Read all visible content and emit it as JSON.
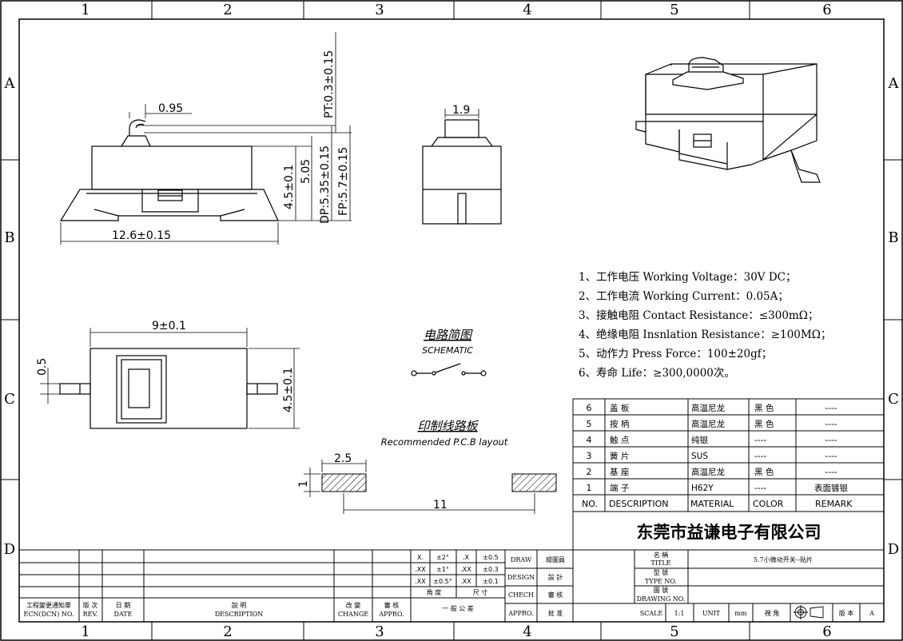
{
  "grid": {
    "columns": [
      "1",
      "2",
      "3",
      "4",
      "5",
      "6"
    ],
    "rows": [
      "A",
      "B",
      "C",
      "D"
    ]
  },
  "dimensions": {
    "pt": "PT:0.3±0.15",
    "lever_offset": "0.95",
    "height_body": "4.5±0.1",
    "height_505": "5.05",
    "dp": "DP:5.35±0.15",
    "fp": "FP:5.7±0.15",
    "length": "12.6±0.15",
    "side_width": "1.9",
    "top_width": "9±0.1",
    "lead_thick": "0.5",
    "top_height": "4.5±0.1",
    "pad_width": "2.5",
    "pad_height": "1",
    "pad_pitch": "11"
  },
  "schematic": {
    "title_cn": "电路简图",
    "title_en": "SCHEMATIC"
  },
  "pcb": {
    "title_cn": "印制线路板",
    "title_en": "Recommended P.C.B layout"
  },
  "specs": [
    "1、工作电压 Working Voltage：30V DC；",
    "2、工作电流 Working Current：0.05A；",
    "3、接触电阻 Contact Resistance：≤300mΩ；",
    "4、绝缘电阻 Insnlation Resistance：≥100MΩ；",
    "5、动作力 Press Force：100±20gf；",
    "6、寿命 Life：≥300,0000次。"
  ],
  "bom": {
    "rows": [
      {
        "no": "6",
        "desc": "盖 板",
        "material": "高温尼龙",
        "color": "黑 色",
        "remark": "----"
      },
      {
        "no": "5",
        "desc": "按 柄",
        "material": "高温尼龙",
        "color": "黑 色",
        "remark": "----"
      },
      {
        "no": "4",
        "desc": "触 点",
        "material": "纯银",
        "color": "----",
        "remark": "----"
      },
      {
        "no": "3",
        "desc": "簧 片",
        "material": "SUS",
        "color": "----",
        "remark": "----"
      },
      {
        "no": "2",
        "desc": "基 座",
        "material": "高温尼龙",
        "color": "黑 色",
        "remark": "----"
      },
      {
        "no": "1",
        "desc": "端 子",
        "material": "H62Y",
        "color": "----",
        "remark": "表面镀银"
      }
    ],
    "header": {
      "no": "NO.",
      "desc": "DESCRIPTION",
      "material": "MATERIAL",
      "color": "COLOR",
      "remark": "REMARK"
    }
  },
  "title_block": {
    "company": "东莞市益谦电子有限公司",
    "title_cn": "名 稱",
    "title_en": "TITLE",
    "title_value": "5.7小微动开关--贴片",
    "type_cn": "型 號",
    "type_en": "TYPE NO.",
    "drawing_cn": "圖 號",
    "drawing_en": "DRAWING NO.",
    "scale_label": "SCALE",
    "scale_value": "1:1",
    "unit_label": "UNIT",
    "unit_value": "mm",
    "view_label": "視 角",
    "version_label": "版 本",
    "version_value": "A",
    "draw": "DRAW",
    "draw_cn": "繪圖員",
    "design": "DESIGN",
    "design_cn": "設 計",
    "check": "CHECH",
    "check_cn": "審 核",
    "appro": "APPRO.",
    "appro_cn": "批 准",
    "tol": [
      [
        "X.",
        "±2°",
        ".X",
        "±0.5"
      ],
      [
        ".XX",
        "±1°",
        ".XX",
        "±0.3"
      ],
      [
        ".XX",
        "±0.5°",
        ".XX",
        "±0.1"
      ]
    ],
    "angle": "角 度",
    "size": "尺 寸",
    "general_tol": "一 般 公 差",
    "ecn_cn": "工程變更通知單",
    "ecn_en": "ECN(DCN) NO.",
    "rev_cn": "版 次",
    "rev_en": "REV.",
    "date_cn": "日 期",
    "date_en": "DATE",
    "desc_cn": "說 明",
    "desc_en": "DESCRIPTION",
    "change_cn": "改 變",
    "change_en": "CHANGE",
    "approval_cn": "審 核",
    "approval_en": "APPRO."
  }
}
